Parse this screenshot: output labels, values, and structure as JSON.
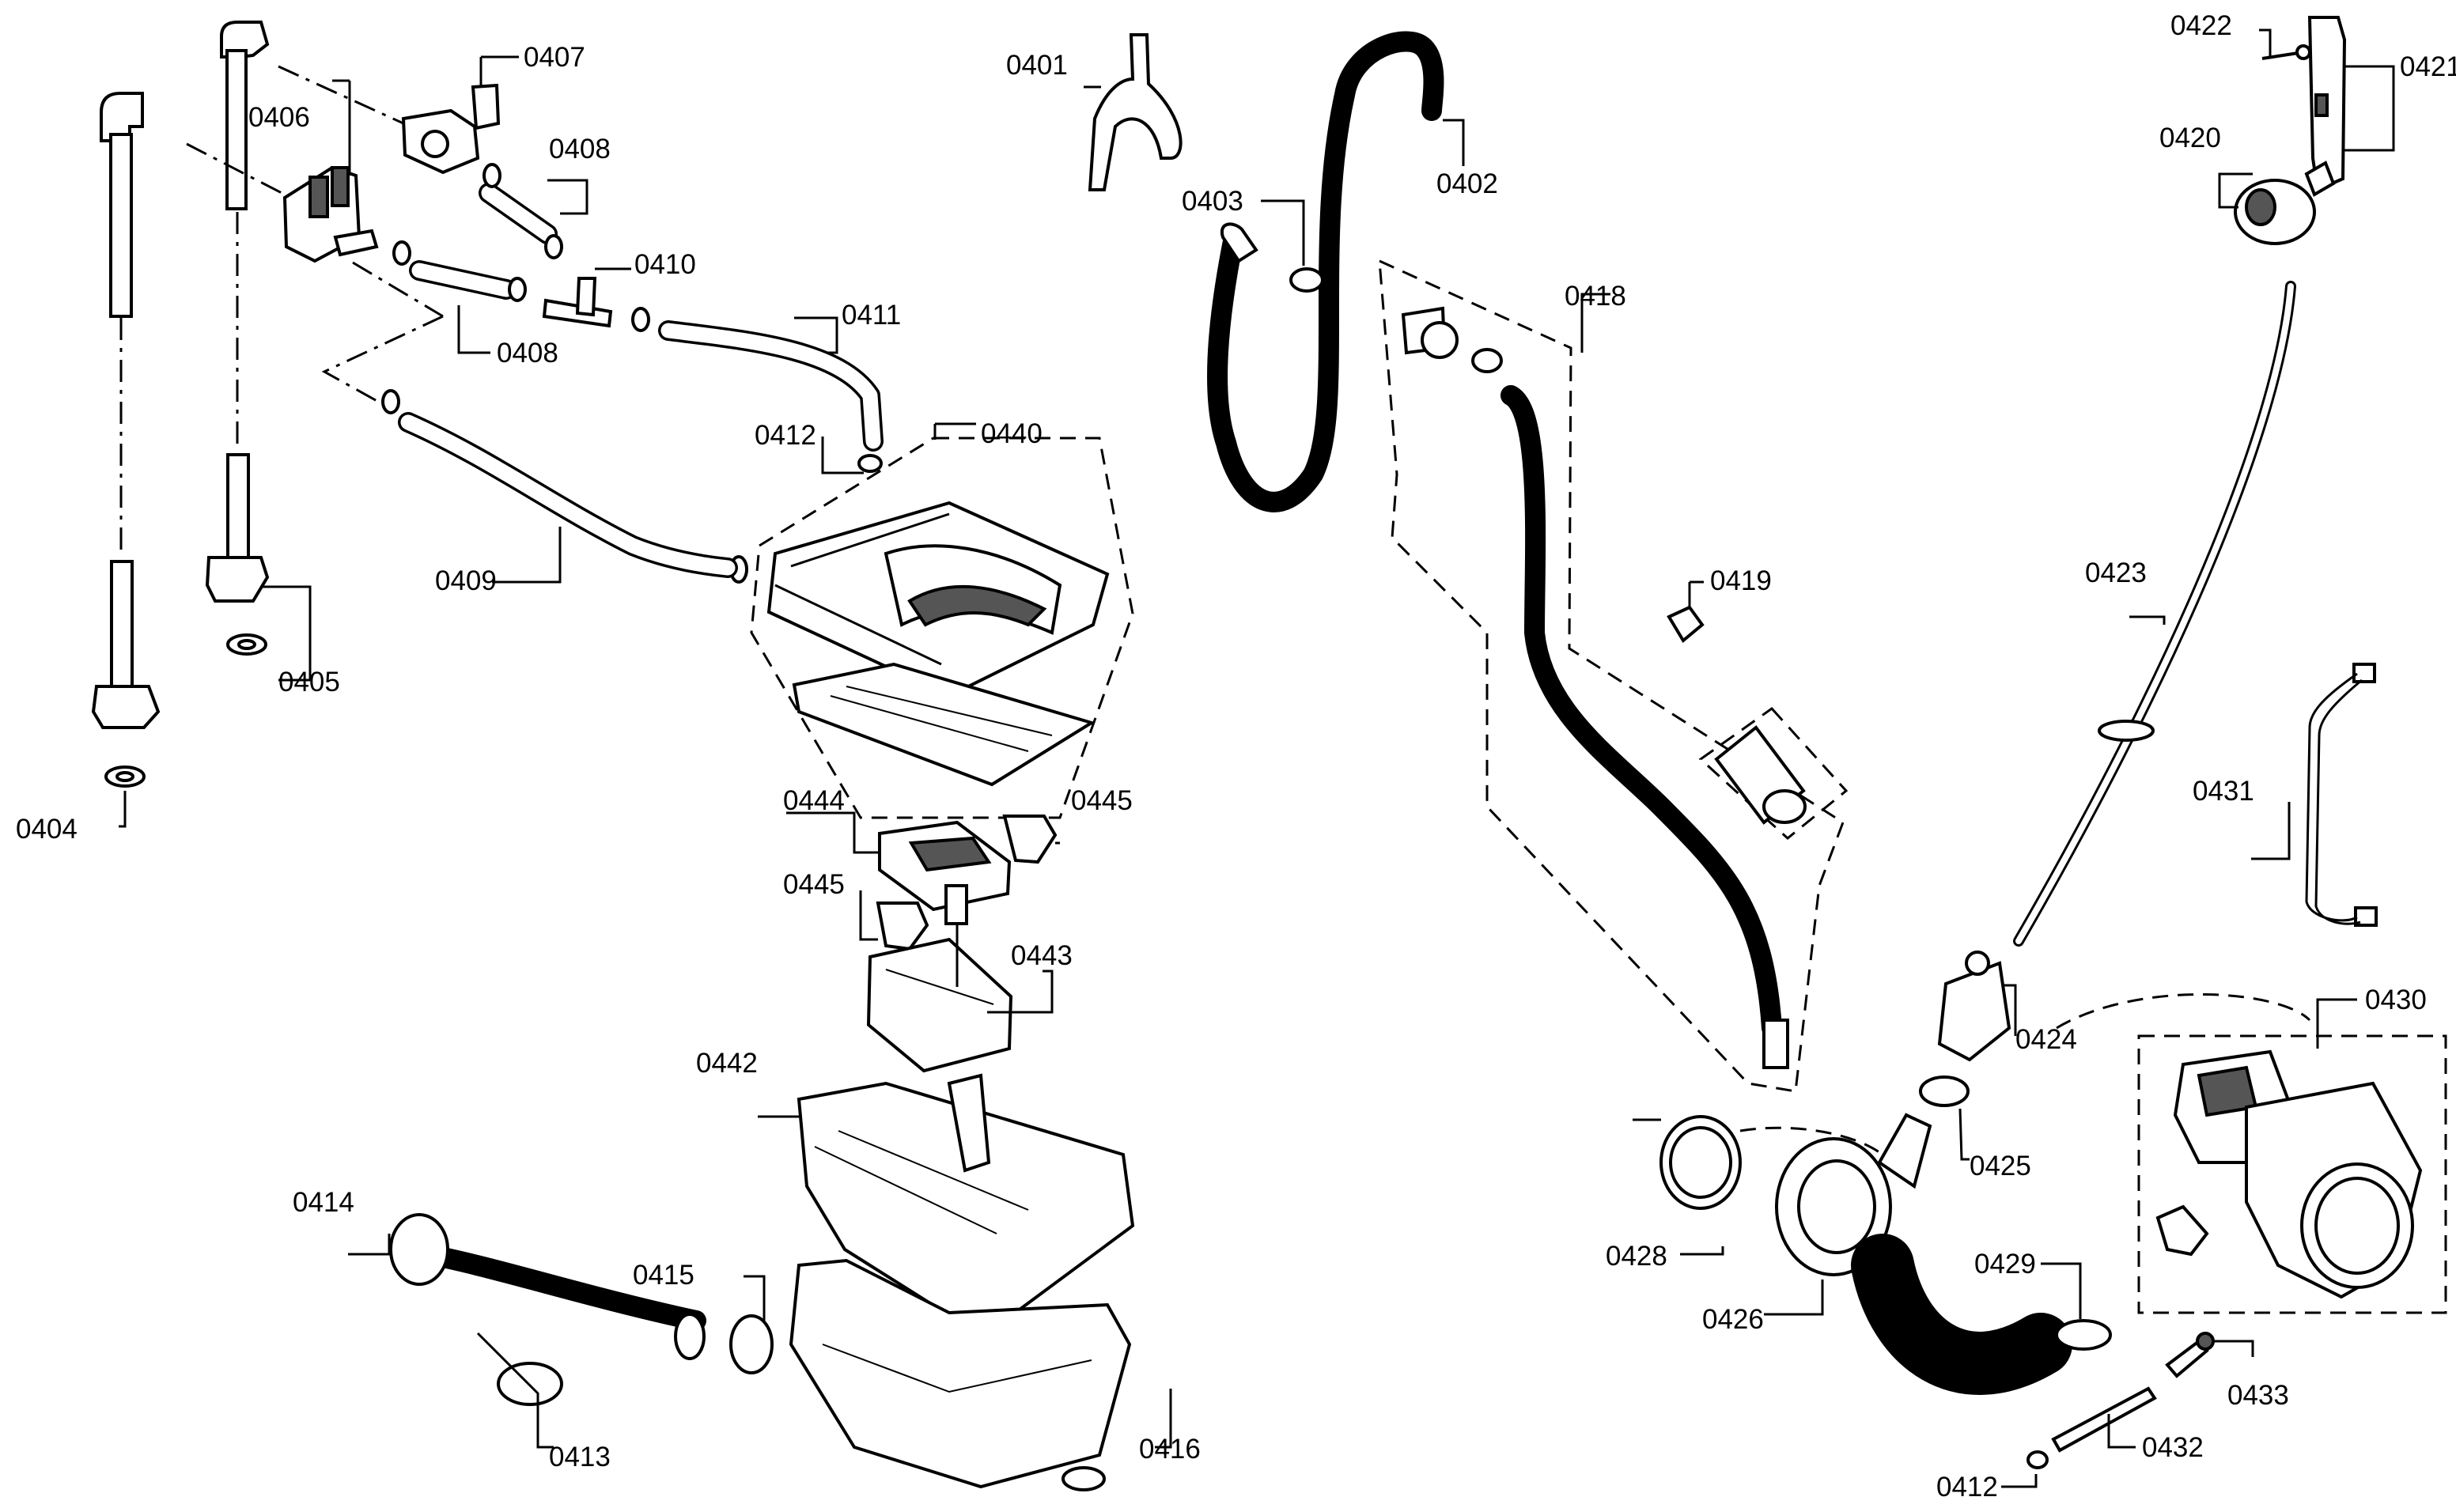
{
  "labels": {
    "p0401": "0401",
    "p0402": "0402",
    "p0403": "0403",
    "p0404": "0404",
    "p0405": "0405",
    "p0406": "0406",
    "p0407": "0407",
    "p0408a": "0408",
    "p0408b": "0408",
    "p0409": "0409",
    "p0410": "0410",
    "p0411": "0411",
    "p0412a": "0412",
    "p0412b": "0412",
    "p0413": "0413",
    "p0414": "0414",
    "p0415": "0415",
    "p0416": "0416",
    "p0418": "0418",
    "p0419": "0419",
    "p0420": "0420",
    "p0421": "0421",
    "p0422": "0422",
    "p0423": "0423",
    "p0424": "0424",
    "p0425": "0425",
    "p0426": "0426",
    "p0428": "0428",
    "p0429": "0429",
    "p0430": "0430",
    "p0431": "0431",
    "p0432": "0432",
    "p0433": "0433",
    "p0440": "0440",
    "p0442": "0442",
    "p0443": "0443",
    "p0444": "0444",
    "p0445a": "0445",
    "p0445b": "0445"
  }
}
